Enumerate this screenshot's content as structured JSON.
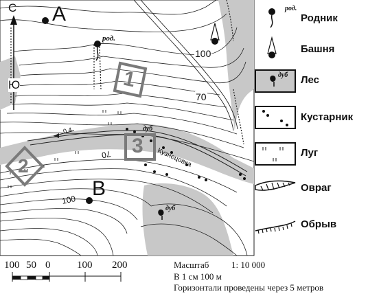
{
  "map": {
    "point_a": "А",
    "point_b": "В",
    "north_letter": "С",
    "south_letter": "Ю",
    "contour_100_top": "100",
    "contour_70_top": "70",
    "contour_70_mid": "70",
    "contour_100_bottom": "100",
    "spring_label": "род.",
    "oak_label_1": "дуб",
    "oak_label_2": "дуб",
    "stream_name": "Кузнецовка",
    "flow_speed": "0.4",
    "area_1": "1",
    "area_2": "2",
    "area_3": "3"
  },
  "legend": {
    "spring": "Родник",
    "spring_sym": "род.",
    "tower": "Башня",
    "forest": "Лес",
    "forest_sym": "дуб",
    "shrub": "Кустарник",
    "meadow": "Луг",
    "ravine": "Овраг",
    "cliff": "Обрыв"
  },
  "scale": {
    "tick_100_left": "100",
    "tick_50": "50",
    "tick_0": "0",
    "tick_100": "100",
    "tick_200": "200",
    "title": "Масштаб",
    "ratio": "1: 10 000",
    "per_cm": "В 1 см 100 м",
    "contour_note": "Горизонтали проведены через 5 метров"
  },
  "colors": {
    "forest": "#c8c8c8",
    "lines": "#222222",
    "area_box": "#7a7a7a"
  }
}
